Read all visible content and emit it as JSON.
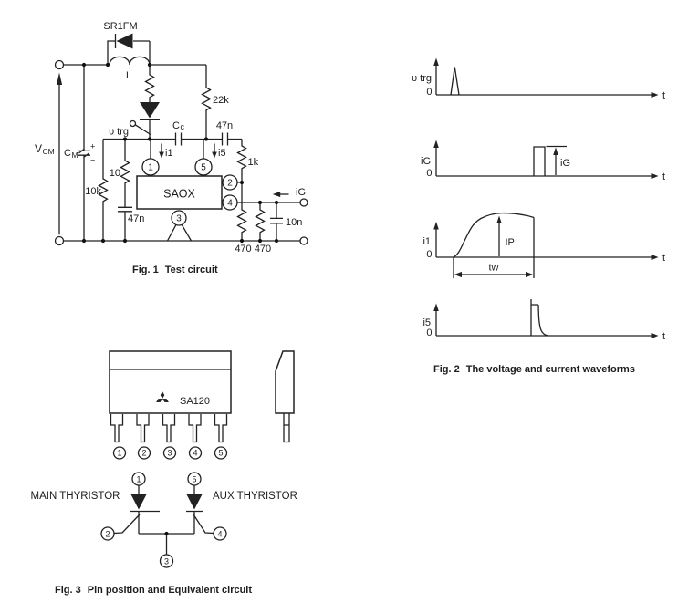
{
  "fig1": {
    "caption_no": "Fig. 1",
    "caption_title": "Test circuit",
    "diode_label": "SR1FM",
    "inductor_label": "L",
    "trigger_label": "υ trg",
    "res_22k_label": "22k",
    "cap_cc_main": "C",
    "cap_cc_sub": "c",
    "cap_47n_top_label": "47n",
    "res_1k_label": "1k",
    "res_10_label": "10",
    "res_10k_label": "10k",
    "cap_47n_left_label": "47n",
    "current_i1_label": "i1",
    "current_i5_label": "i5",
    "chip_label": "SAOX",
    "gate_current_label": "iG",
    "cap_10n_label": "10n",
    "res_470a_label": "470",
    "res_470b_label": "470",
    "vcm_main": "V",
    "vcm_sub": "CM",
    "cm_main": "C",
    "cm_sub": "M",
    "plus": "+",
    "minus": "−",
    "pins": {
      "p1": "1",
      "p2": "2",
      "p3": "3",
      "p4": "4",
      "p5": "5"
    }
  },
  "fig2": {
    "caption_no": "Fig. 2",
    "caption_title": "The voltage and current waveforms",
    "panel_vtrg": {
      "ylabel": "υ trg",
      "zero": "0",
      "xlabel": "t"
    },
    "panel_ig": {
      "ylabel": "iG",
      "zero": "0",
      "xlabel": "t",
      "amplitude_label": "iG"
    },
    "panel_i1": {
      "ylabel": "i1",
      "zero": "0",
      "xlabel": "t",
      "peak_label": "IP",
      "width_label": "tw"
    },
    "panel_i5": {
      "ylabel": "i5",
      "zero": "0",
      "xlabel": "t"
    }
  },
  "fig3": {
    "caption_no": "Fig. 3",
    "caption_title": "Pin position and Equivalent circuit",
    "package_label": "SA120",
    "pin_numbers": [
      "1",
      "2",
      "3",
      "4",
      "5"
    ],
    "eq": {
      "main_label": "MAIN THYRISTOR",
      "aux_label": "AUX THYRISTOR",
      "anode_left_pin": "1",
      "anode_right_pin": "5",
      "gate_left_pin": "2",
      "gate_right_pin": "4",
      "cathode_pin": "3"
    }
  }
}
